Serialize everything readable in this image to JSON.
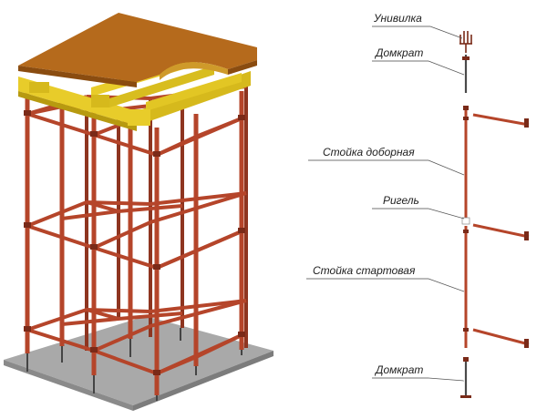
{
  "labels": {
    "fork_head": "Унивилка",
    "jack_top": "Домкрат",
    "extension_post": "Стойка доборная",
    "ledger": "Ригель",
    "start_post": "Стойка стартовая",
    "jack_bottom": "Домкрат"
  },
  "colors": {
    "frame": "#b5452a",
    "frame_dark": "#7a2a18",
    "beam": "#e8cc2a",
    "beam_dark": "#b79a10",
    "deck": "#b56a1c",
    "deck_dark": "#8a4c10",
    "base_plate": "#a6a6a6",
    "jack": "#4a4a4a"
  }
}
